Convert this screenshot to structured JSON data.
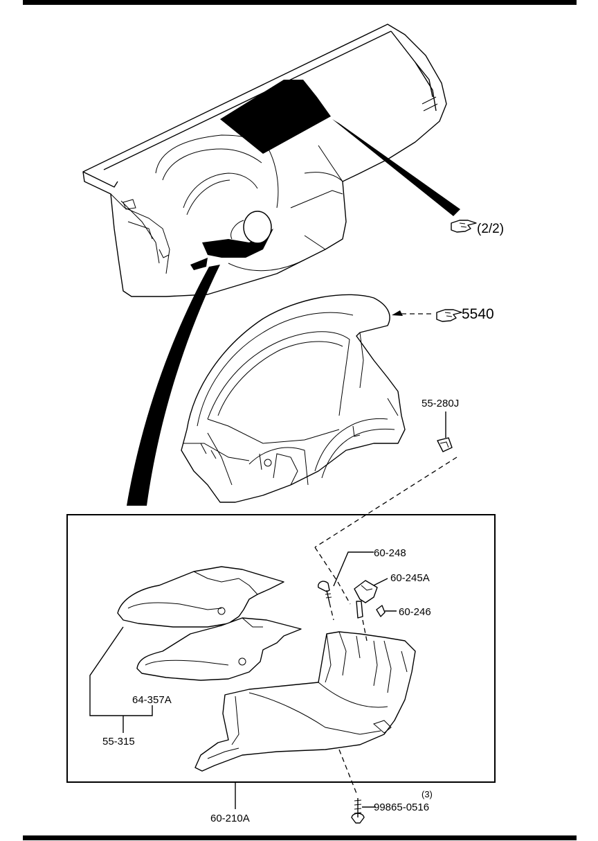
{
  "refs": {
    "ref_2_2": "(2/2)",
    "ref_5540": "5540"
  },
  "parts": {
    "p_55_280J": "55-280J",
    "p_60_248": "60-248",
    "p_60_245A": "60-245A",
    "p_60_246": "60-246",
    "p_64_357A": "64-357A",
    "p_55_315": "55-315",
    "p_60_210A": "60-210A",
    "p_99865_0516": "99865-0516",
    "qty_99865": "(3)"
  },
  "icons": [
    "pointing-hand-icon"
  ],
  "colors": {
    "ink": "#000000",
    "paper": "#ffffff"
  }
}
